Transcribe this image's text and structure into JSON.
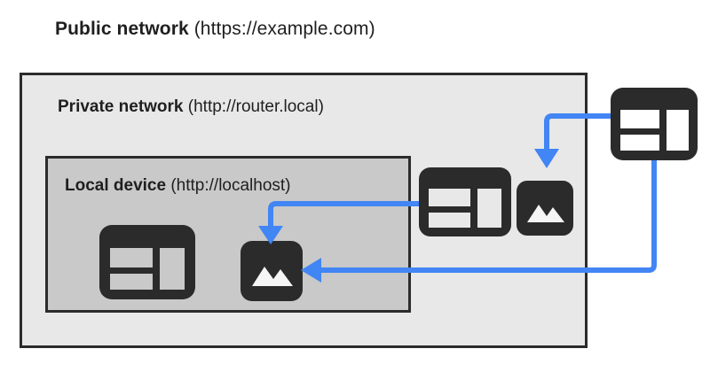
{
  "diagram": {
    "title": "Private Network Access diagram",
    "background": "#ffffff",
    "arrow_color": "#4285f4",
    "icon_color": "#2b2b2b",
    "border_color": "#2b2b2b"
  },
  "public_network": {
    "label_strong": "Public network",
    "label_url": " (https://example.com)",
    "fill": "#ffffff"
  },
  "private_network": {
    "label_strong": "Private network",
    "label_url": " (http://router.local)",
    "fill": "#e8e8e8"
  },
  "local_device": {
    "label_strong": "Local device",
    "label_url": " (http://localhost)",
    "fill": "#c9c9c9"
  },
  "nodes": [
    {
      "id": "local-browser",
      "icon": "browser-window-icon",
      "zone": "local device",
      "cutout": "#c9c9c9"
    },
    {
      "id": "local-image",
      "icon": "image-photo-icon",
      "zone": "local device",
      "cutout": "#ffffff"
    },
    {
      "id": "private-browser",
      "icon": "browser-window-icon",
      "zone": "private network",
      "cutout": "#e8e8e8"
    },
    {
      "id": "private-image",
      "icon": "image-photo-icon",
      "zone": "private network",
      "cutout": "#ffffff"
    },
    {
      "id": "public-browser",
      "icon": "browser-window-icon",
      "zone": "public network",
      "cutout": "#ffffff"
    }
  ],
  "connections": [
    {
      "id": "private-to-local",
      "from": "private-browser",
      "to": "local-image",
      "color": "#4285f4"
    },
    {
      "id": "public-to-private",
      "from": "public-browser",
      "to": "private-image",
      "color": "#4285f4"
    },
    {
      "id": "public-to-local",
      "from": "public-browser",
      "to": "local-image",
      "color": "#4285f4"
    }
  ]
}
